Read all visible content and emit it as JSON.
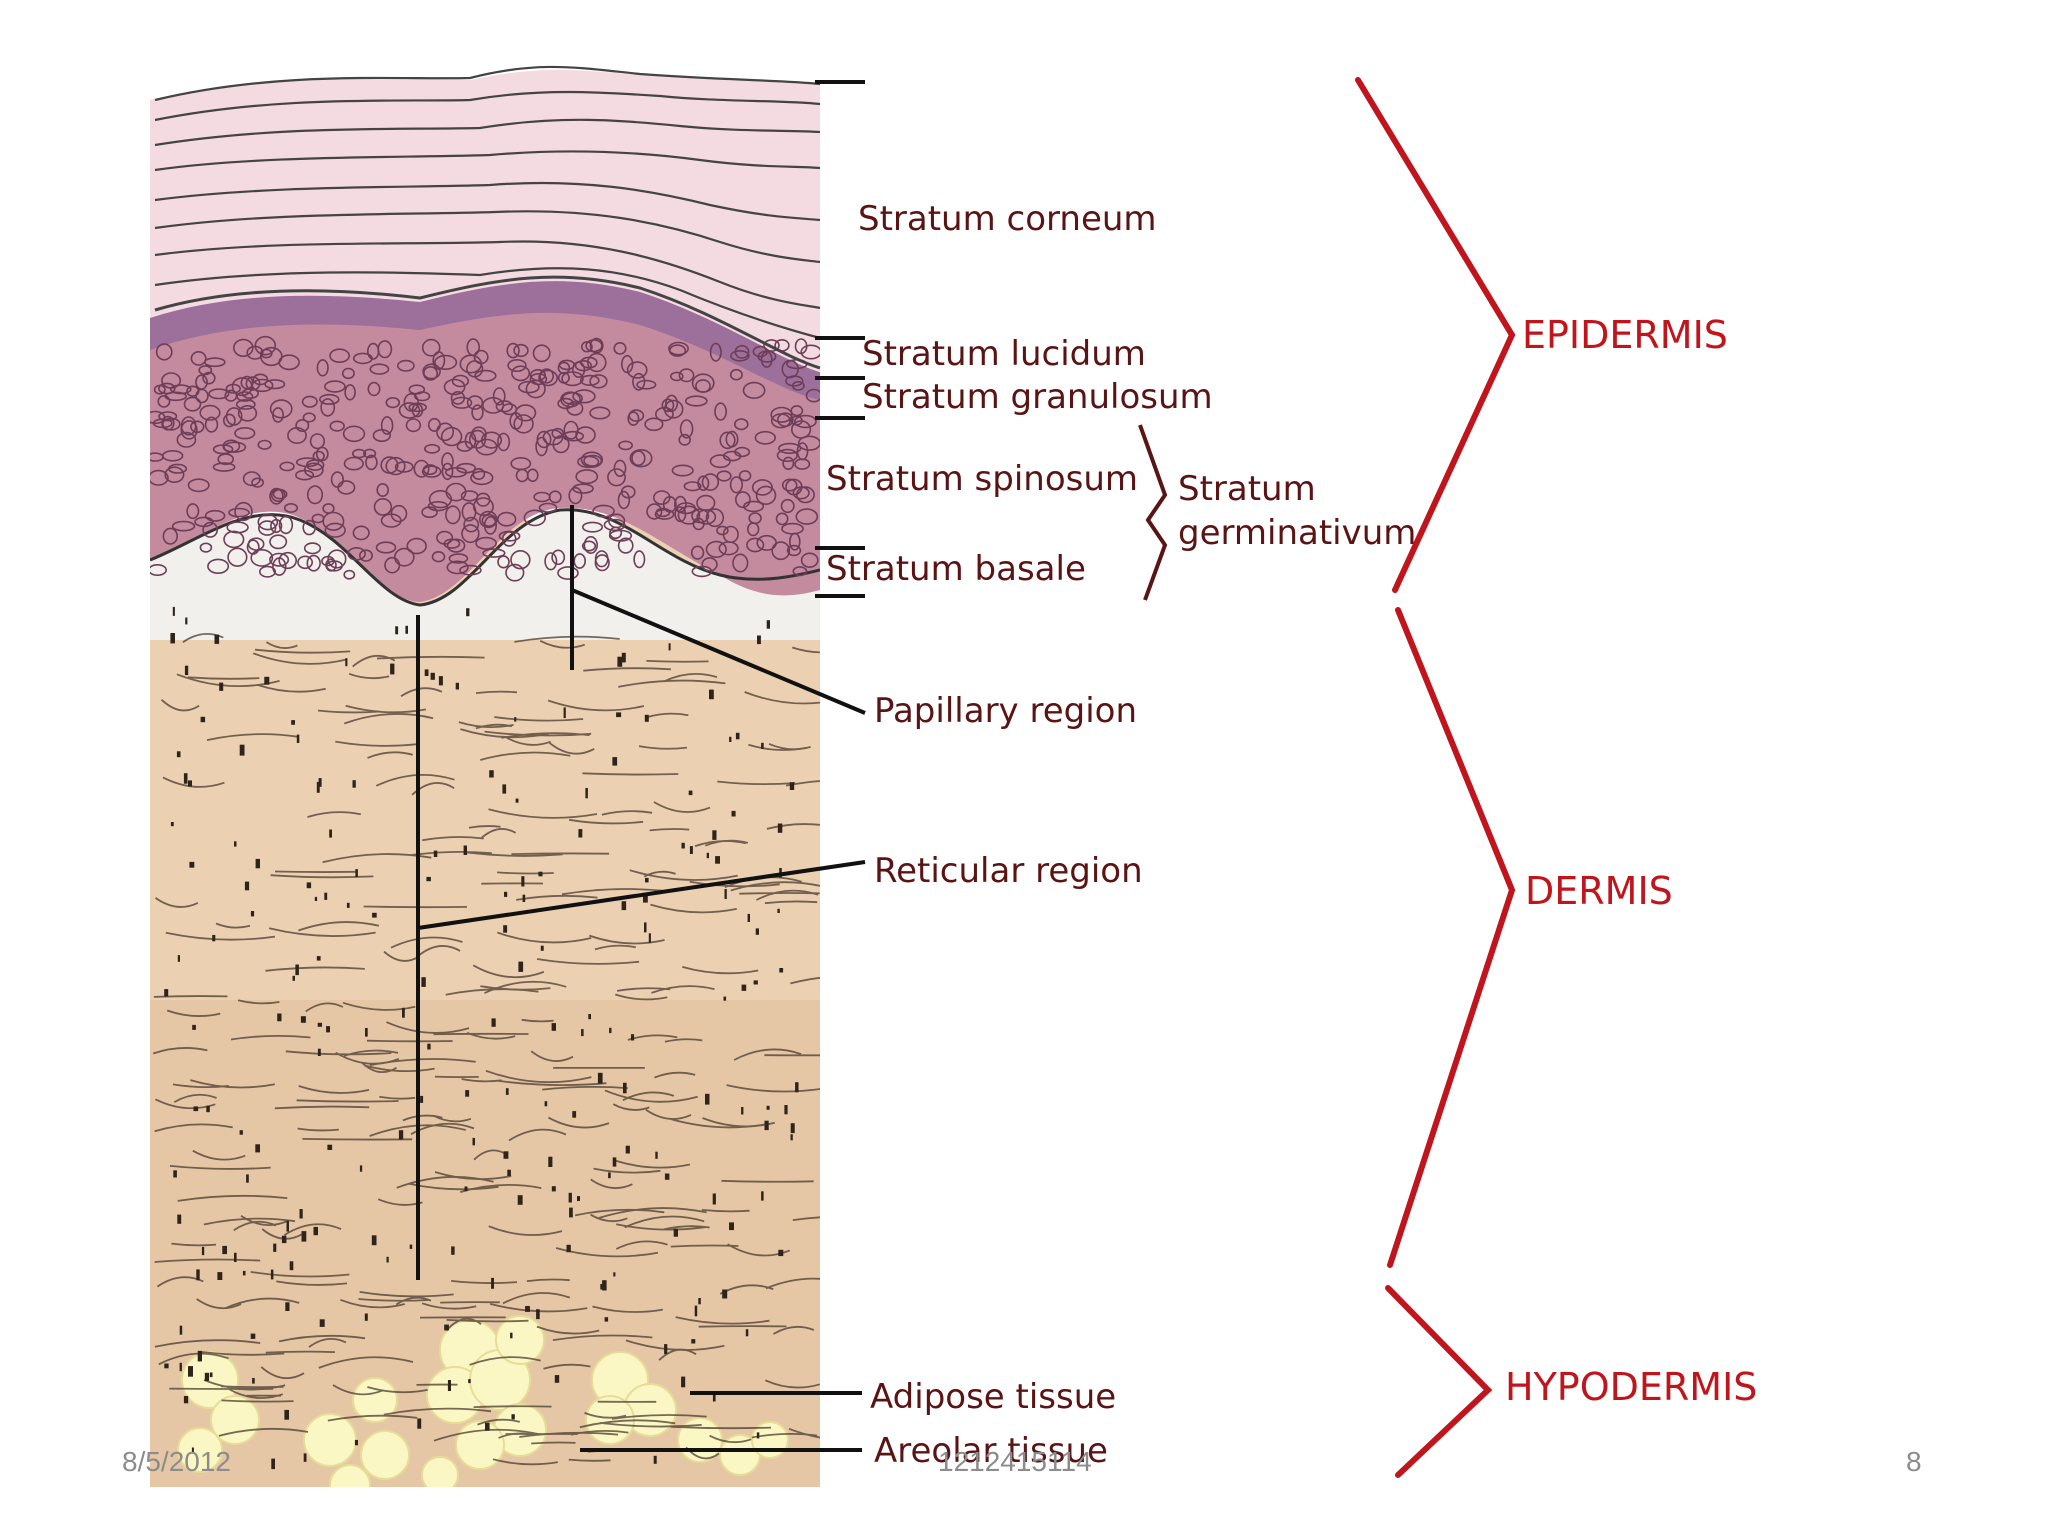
{
  "labels": {
    "stratum_corneum": "Stratum corneum",
    "stratum_lucidum": "Stratum lucidum",
    "stratum_granulosum": "Stratum granulosum",
    "stratum_spinosum": "Stratum spinosum",
    "stratum_basale": "Stratum basale",
    "stratum_germinativum_line1": "Stratum",
    "stratum_germinativum_line2": "germinativum",
    "papillary_region": "Papillary region",
    "reticular_region": "Reticular region",
    "adipose_tissue": "Adipose tissue",
    "areolar_tissue": "Areolar tissue"
  },
  "layers": {
    "epidermis": "EPIDERMIS",
    "dermis": "DERMIS",
    "hypodermis": "HYPODERMIS"
  },
  "footer": {
    "date": "8/5/2012",
    "id": "1212415114",
    "page_number": "8"
  },
  "colors": {
    "label_text": "#5a1414",
    "layer_text": "#c0151c",
    "bracket": "#c0151c",
    "leader_line": "#111111",
    "corneum_fill": "#f3dbe1",
    "cellular_fill": "#c48a9e",
    "dermis_fill": "#ecd0b2",
    "adipose_fill": "#fbf7c4"
  }
}
